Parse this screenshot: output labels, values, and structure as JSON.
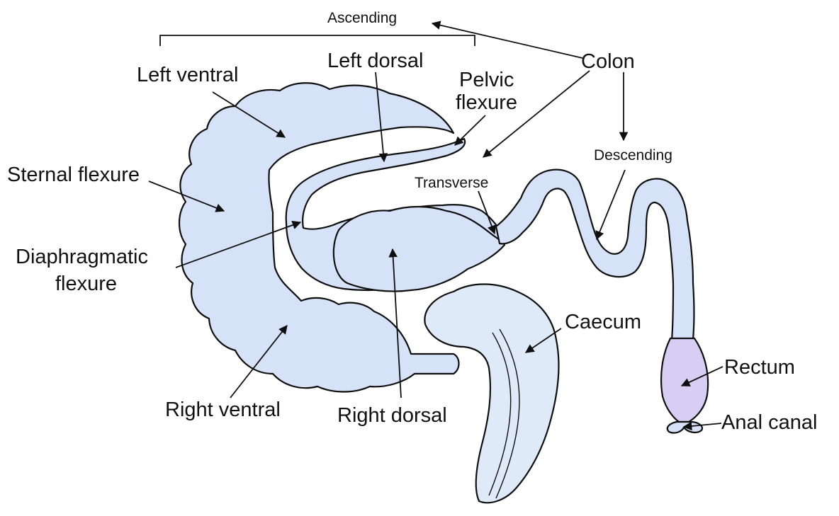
{
  "labels": {
    "ascending": "Ascending",
    "colon": "Colon",
    "left_ventral": "Left ventral",
    "left_dorsal": "Left dorsal",
    "pelvic_flexure_1": "Pelvic",
    "pelvic_flexure_2": "flexure",
    "sternal_flexure": "Sternal flexure",
    "descending": "Descending",
    "transverse": "Transverse",
    "diaphragmatic_1": "Diaphragmatic",
    "diaphragmatic_2": "flexure",
    "caecum": "Caecum",
    "rectum": "Rectum",
    "anal_canal": "Anal canal",
    "right_ventral": "Right ventral",
    "right_dorsal": "Right dorsal"
  },
  "colors": {
    "organ": "#d6e2f7",
    "caecum": "#deeaf8",
    "rectum": "#d8cdf2",
    "outline": "#0f0f0f"
  }
}
